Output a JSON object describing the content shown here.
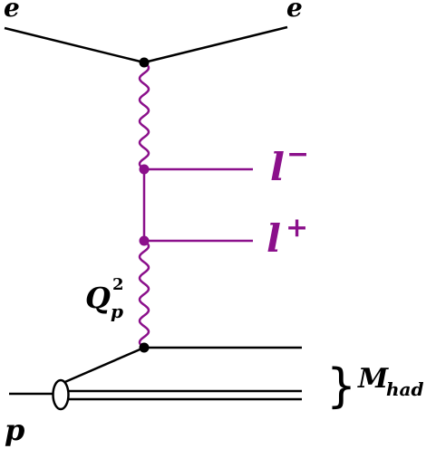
{
  "labels": {
    "electron_in": "e",
    "electron_out": "e",
    "lepton_minus_base": "l",
    "lepton_minus_sign": "−",
    "lepton_plus_base": "l",
    "lepton_plus_sign": "+",
    "q_base": "Q",
    "q_sup": "2",
    "q_sub": "p",
    "brace": "}",
    "mhad_base": "M",
    "mhad_sub": "had",
    "proton": "p"
  },
  "colors": {
    "black": "#000000",
    "purple": "#8b108b",
    "white": "#ffffff"
  }
}
